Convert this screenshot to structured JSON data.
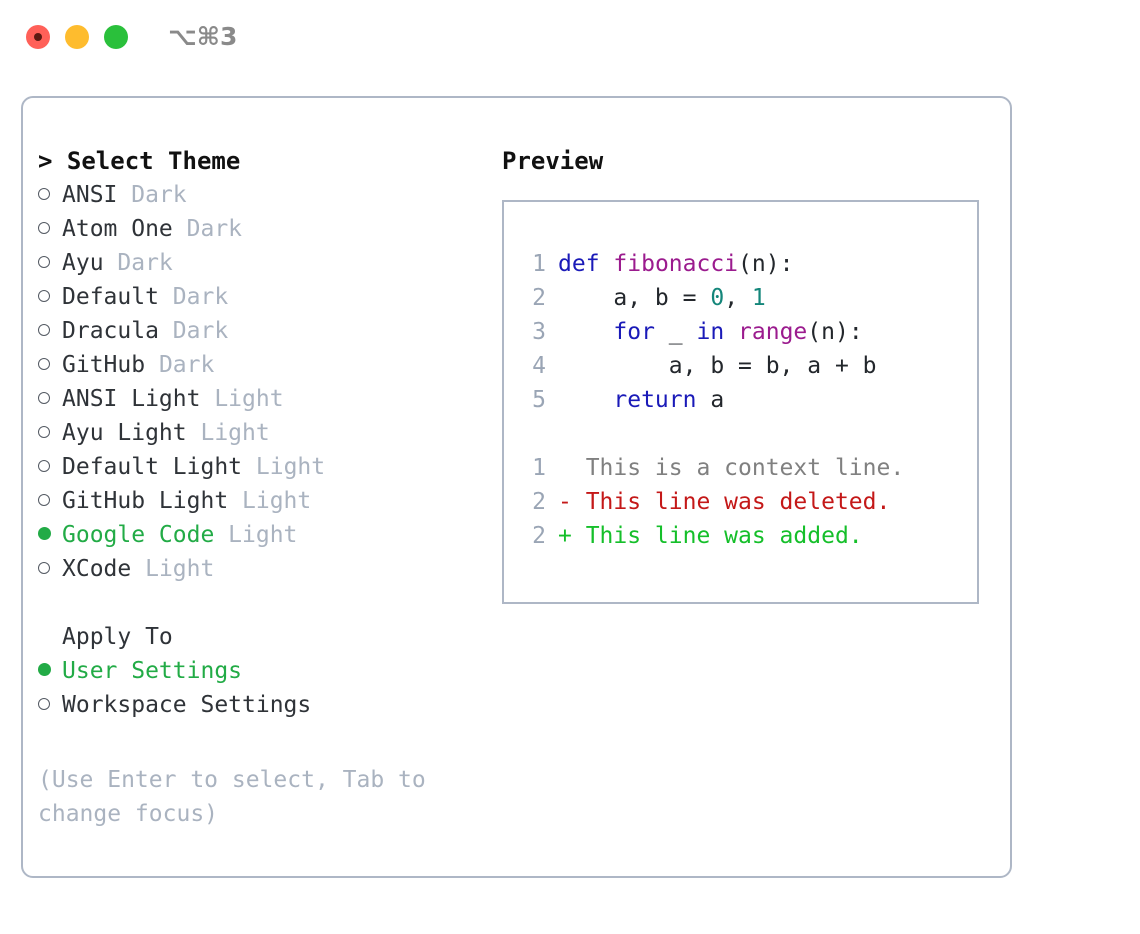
{
  "window": {
    "shortcut": "⌥⌘3",
    "traffic_lights": [
      {
        "name": "close",
        "color": "#ff6058"
      },
      {
        "name": "minimize",
        "color": "#febc2e"
      },
      {
        "name": "zoom",
        "color": "#2ac03b"
      }
    ]
  },
  "left": {
    "header": "> Select Theme",
    "themes": [
      {
        "bullet": "hollow",
        "name": "ANSI",
        "variant": "Dark",
        "selected": false
      },
      {
        "bullet": "hollow",
        "name": "Atom One",
        "variant": "Dark",
        "selected": false
      },
      {
        "bullet": "hollow",
        "name": "Ayu",
        "variant": "Dark",
        "selected": false
      },
      {
        "bullet": "hollow",
        "name": "Default",
        "variant": "Dark",
        "selected": false
      },
      {
        "bullet": "hollow",
        "name": "Dracula",
        "variant": "Dark",
        "selected": false
      },
      {
        "bullet": "hollow",
        "name": "GitHub",
        "variant": "Dark",
        "selected": false
      },
      {
        "bullet": "hollow",
        "name": "ANSI Light",
        "variant": "Light",
        "selected": false
      },
      {
        "bullet": "hollow",
        "name": "Ayu Light",
        "variant": "Light",
        "selected": false
      },
      {
        "bullet": "hollow",
        "name": "Default Light",
        "variant": "Light",
        "selected": false
      },
      {
        "bullet": "hollow",
        "name": "GitHub Light",
        "variant": "Light",
        "selected": false
      },
      {
        "bullet": "filled",
        "name": "Google Code",
        "variant": "Light",
        "selected": true
      },
      {
        "bullet": "hollow",
        "name": "XCode",
        "variant": "Light",
        "selected": false
      }
    ],
    "apply_to_header": "Apply To",
    "apply_to": [
      {
        "bullet": "filled",
        "name": "User Settings",
        "selected": true
      },
      {
        "bullet": "hollow",
        "name": "Workspace Settings",
        "selected": false
      }
    ],
    "hint": "(Use Enter to select, Tab to change focus)"
  },
  "right": {
    "preview_title": "Preview",
    "code": [
      {
        "ln": "1",
        "tokens": [
          {
            "t": "def",
            "c": "kw"
          },
          {
            "t": " ",
            "c": "pl"
          },
          {
            "t": "fibonacci",
            "c": "fn"
          },
          {
            "t": "(n):",
            "c": "pl"
          }
        ]
      },
      {
        "ln": "2",
        "tokens": [
          {
            "t": "    a, b = ",
            "c": "pl"
          },
          {
            "t": "0",
            "c": "num"
          },
          {
            "t": ", ",
            "c": "pl"
          },
          {
            "t": "1",
            "c": "num"
          }
        ]
      },
      {
        "ln": "3",
        "tokens": [
          {
            "t": "    ",
            "c": "pl"
          },
          {
            "t": "for",
            "c": "kw"
          },
          {
            "t": " _ ",
            "c": "pl"
          },
          {
            "t": "in",
            "c": "kw"
          },
          {
            "t": " ",
            "c": "pl"
          },
          {
            "t": "range",
            "c": "fn"
          },
          {
            "t": "(n):",
            "c": "pl"
          }
        ]
      },
      {
        "ln": "4",
        "tokens": [
          {
            "t": "        a, b = b, a + b",
            "c": "pl"
          }
        ]
      },
      {
        "ln": "5",
        "tokens": [
          {
            "t": "    ",
            "c": "pl"
          },
          {
            "t": "return",
            "c": "kw"
          },
          {
            "t": " a",
            "c": "pl"
          }
        ]
      },
      {
        "ln": "",
        "tokens": []
      },
      {
        "ln": "1",
        "tokens": [
          {
            "t": "  This is a context line.",
            "c": "ctx"
          }
        ]
      },
      {
        "ln": "2",
        "tokens": [
          {
            "t": "- This line was deleted.",
            "c": "del"
          }
        ]
      },
      {
        "ln": "2",
        "tokens": [
          {
            "t": "+ This line was added.",
            "c": "add"
          }
        ]
      }
    ]
  },
  "colors": {
    "accent_green": "#22ab46",
    "muted": "#aab3c0",
    "keyword_blue": "#1a1ab8",
    "function_purple": "#9b1b8e",
    "number_teal": "#14867a",
    "diff_added": "#15bf2a",
    "diff_deleted": "#c41818",
    "border": "#aeb7c6"
  }
}
